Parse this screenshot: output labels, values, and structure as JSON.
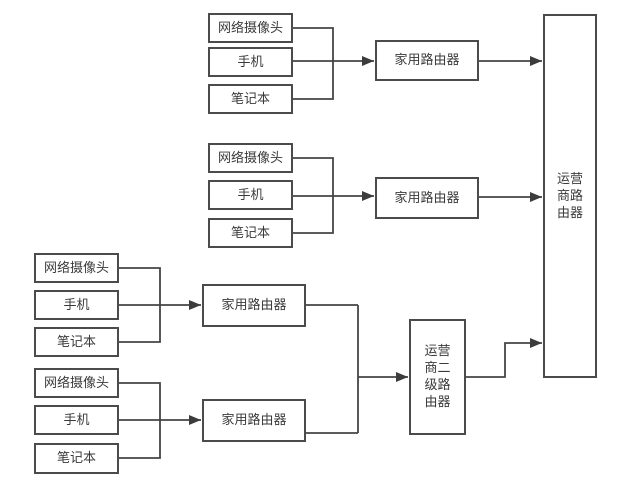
{
  "diagram": {
    "type": "network-topology-flowchart",
    "labels": {
      "camera": "网络摄像头",
      "phone": "手机",
      "laptop": "笔记本",
      "home_router": "家用路由器",
      "isp_secondary_router": "运营商二级路由器",
      "isp_router": "运营商路由器"
    },
    "colors": {
      "background": "#ffffff",
      "line": "#454545",
      "box_border": "#4b4b4b",
      "text": "#3a3a3a"
    },
    "edges": [
      {
        "from": "camera-1",
        "to": "home-router-1"
      },
      {
        "from": "phone-1",
        "to": "home-router-1"
      },
      {
        "from": "laptop-1",
        "to": "home-router-1"
      },
      {
        "from": "home-router-1",
        "to": "isp-router"
      },
      {
        "from": "camera-2",
        "to": "home-router-2"
      },
      {
        "from": "phone-2",
        "to": "home-router-2"
      },
      {
        "from": "laptop-2",
        "to": "home-router-2"
      },
      {
        "from": "home-router-2",
        "to": "isp-router"
      },
      {
        "from": "camera-3",
        "to": "home-router-3"
      },
      {
        "from": "phone-3",
        "to": "home-router-3"
      },
      {
        "from": "laptop-3",
        "to": "home-router-3"
      },
      {
        "from": "home-router-3",
        "to": "isp-secondary-router"
      },
      {
        "from": "camera-4",
        "to": "home-router-4"
      },
      {
        "from": "phone-4",
        "to": "home-router-4"
      },
      {
        "from": "laptop-4",
        "to": "home-router-4"
      },
      {
        "from": "home-router-4",
        "to": "isp-secondary-router"
      },
      {
        "from": "isp-secondary-router",
        "to": "isp-router"
      }
    ]
  }
}
